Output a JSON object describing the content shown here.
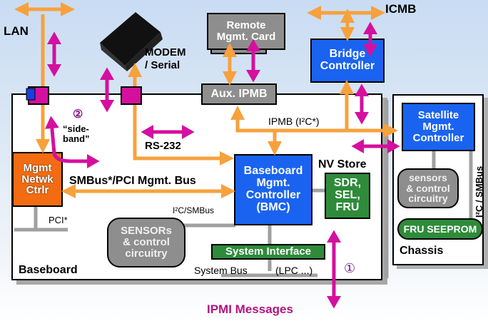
{
  "labels": {
    "lan": "LAN",
    "modem": "MODEM\n/ Serial",
    "remote_card": "Remote\nMgmt. Card",
    "aux_ipmb": "Aux. IPMB",
    "icmb": "ICMB",
    "bridge": "Bridge\nController",
    "sideband_num": "②",
    "sideband": "“side-\nband”",
    "rs232": "RS-232",
    "ipmb": "IPMB (I²C*)",
    "satellite": "Satellite\nMgmt.\nController",
    "mgmt_nic": "Mgmt\nNetwk\nCtrlr",
    "smbus_pci": "SMBus*/PCI Mgmt. Bus",
    "bmc": "Baseboard\nMgmt.\nController\n(BMC)",
    "nv_store": "NV Store",
    "sdr": "SDR,\nSEL,\nFRU",
    "i2c_smbus": "I²C/SMBus",
    "pci": "PCI*",
    "sensors": "SENSORs\n& control\ncircuitry",
    "sys_iface": "System Interface",
    "sys_bus": "System Bus",
    "lpc": "(LPC ...)",
    "baseboard": "Baseboard",
    "ipmi_num": "①",
    "ipmi_messages": "IPMI Messages",
    "chassis_sensors": "sensors\n& control\ncircuitry",
    "chassis_i2c": "I²C / SMBus",
    "fru_seeprom": "FRU SEEPROM",
    "chassis": "Chassis"
  },
  "colors": {
    "orange_arrow": "#f7a13d",
    "magenta_arrow": "#d4109e",
    "controller_blue": "#1a63f0",
    "storage_green": "#2e8b3a",
    "nic_orange": "#f36c12",
    "ipmi_text": "#b0157f"
  }
}
